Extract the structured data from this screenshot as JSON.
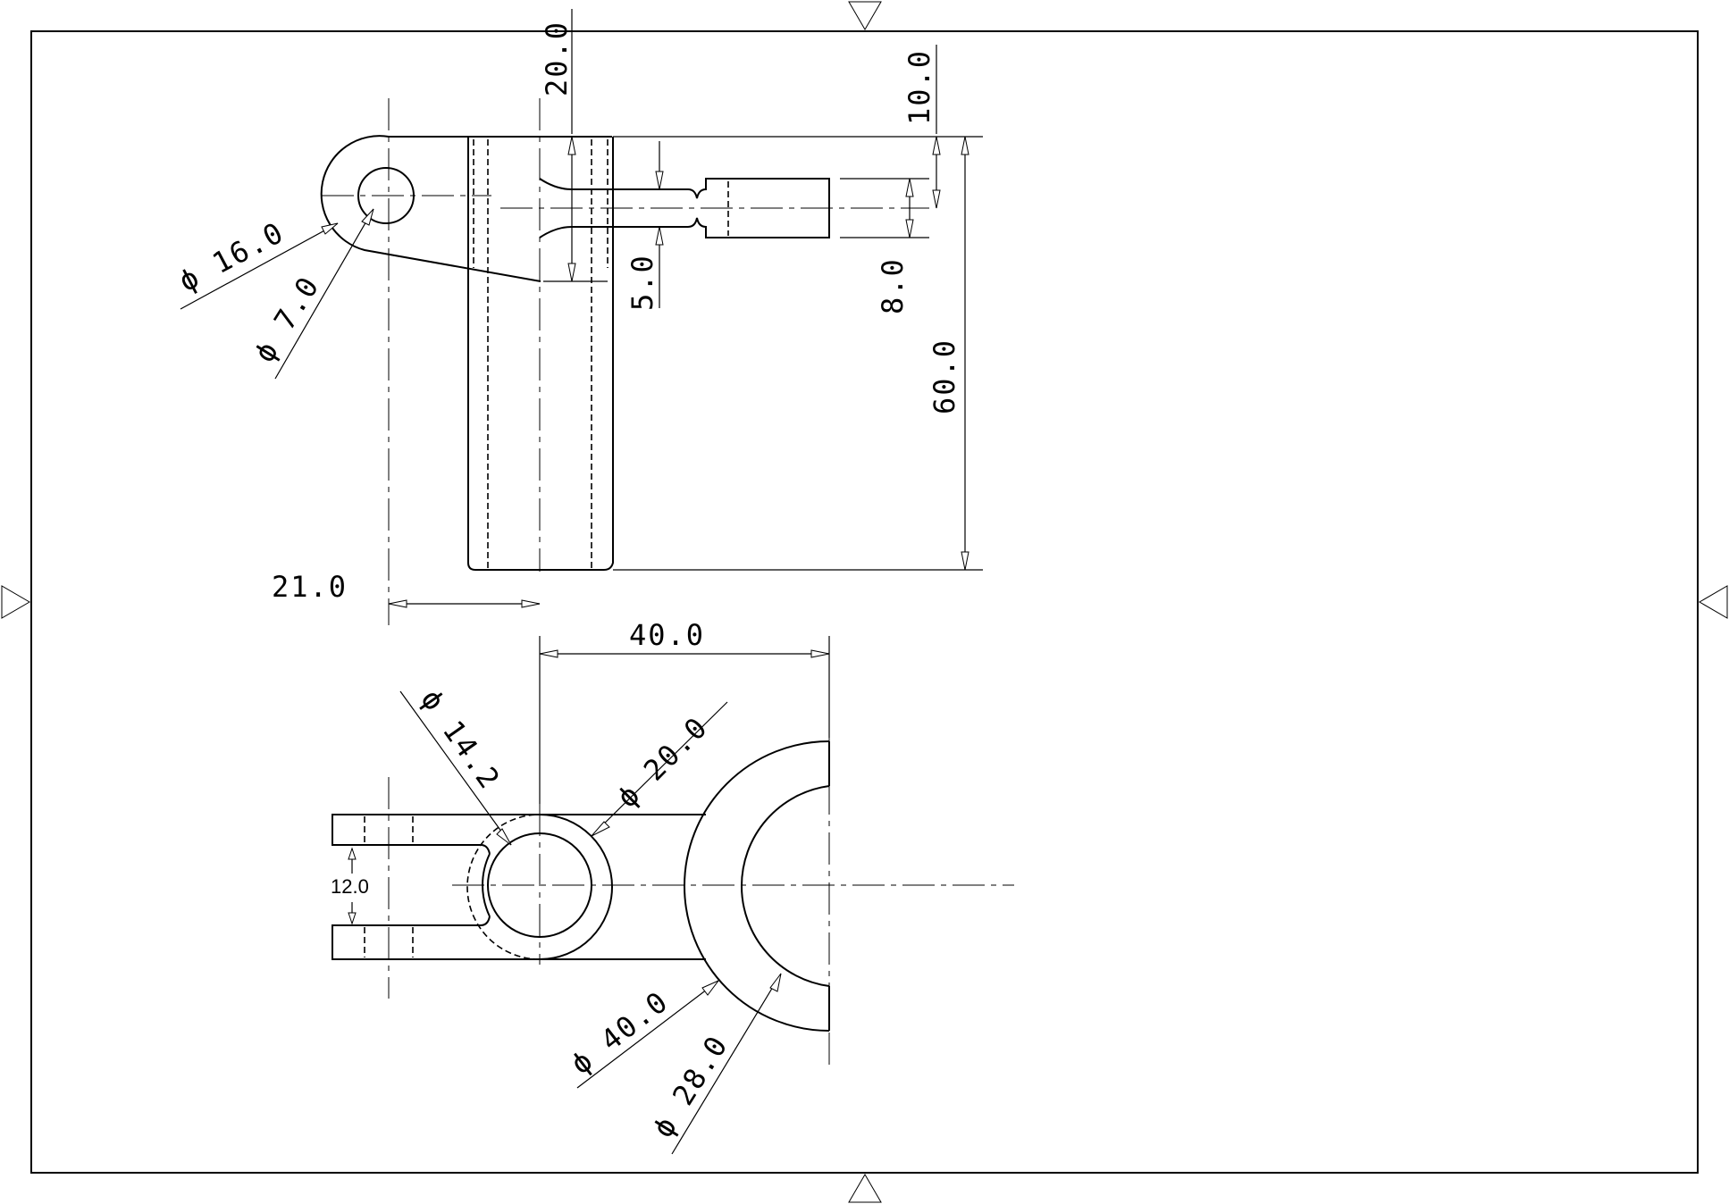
{
  "drawing": {
    "dimensions": {
      "top_view": {
        "d_16": "ϕ 16.0",
        "d_7": "ϕ 7.0",
        "h_20": "20.0",
        "h_10": "10.0",
        "h_5": "5.0",
        "h_8": "8.0",
        "h_60": "60.0",
        "w_21": "21.0"
      },
      "front_view": {
        "w_40": "40.0",
        "d_14_2": "ϕ 14.2",
        "d_20": "ϕ 20.0",
        "gap_12": "12.0",
        "d_40": "ϕ 40.0",
        "d_28": "ϕ 28.0"
      }
    },
    "frame_marks": [
      "top-center-triangle",
      "bottom-center-triangle",
      "left-center-triangle",
      "right-center-triangle"
    ]
  }
}
